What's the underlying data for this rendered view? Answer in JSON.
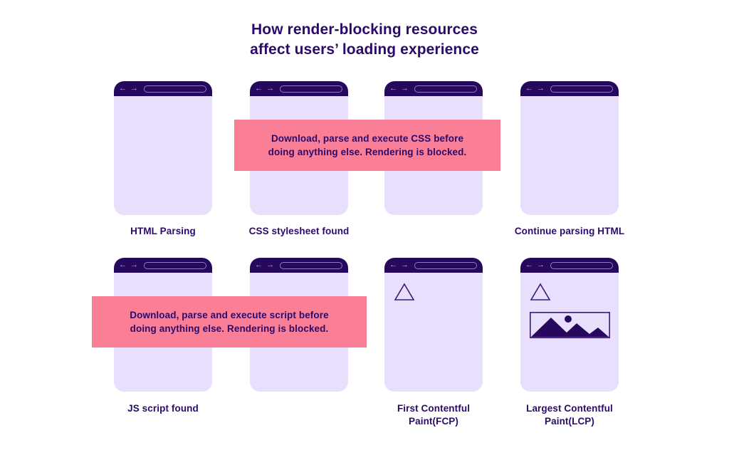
{
  "title": {
    "line1": "How render-blocking resources",
    "line2": "affect users’ loading experience"
  },
  "colors": {
    "background": "#ffffff",
    "ink": "#2B0A6B",
    "phone_header": "#26095C",
    "phone_body": "#E7DFFB",
    "banner_pink": "#FA7E96",
    "url_bar_stroke": "#8C79C9",
    "arrow": "#B9A9E4"
  },
  "browser_chrome": {
    "back_arrow": "←",
    "forward_arrow": "→",
    "url_bar_value": ""
  },
  "steps": [
    {
      "id": "html-parsing",
      "caption_line1": "HTML Parsing",
      "caption_line2": "",
      "content": "empty"
    },
    {
      "id": "css-stylesheet-found",
      "caption_line1": "CSS stylesheet found",
      "caption_line2": "",
      "content": "empty"
    },
    {
      "id": "css-blocked",
      "caption_line1": "",
      "caption_line2": "",
      "content": "empty"
    },
    {
      "id": "continue-parsing-html",
      "caption_line1": "Continue parsing HTML",
      "caption_line2": "",
      "content": "empty"
    },
    {
      "id": "js-script-found",
      "caption_line1": "JS script found",
      "caption_line2": "",
      "content": "empty"
    },
    {
      "id": "js-blocked",
      "caption_line1": "",
      "caption_line2": "",
      "content": "empty"
    },
    {
      "id": "first-contentful-paint",
      "caption_line1": "First Contentful",
      "caption_line2": "Paint(FCP)",
      "content": "triangle"
    },
    {
      "id": "largest-contentful-paint",
      "caption_line1": "Largest Contentful",
      "caption_line2": "Paint(LCP)",
      "content": "triangle+image"
    }
  ],
  "banners": [
    {
      "id": "css-banner",
      "line1": "Download, parse and execute CSS before",
      "line2": "doing anything else. Rendering is blocked."
    },
    {
      "id": "script-banner",
      "line1": "Download, parse and execute script before",
      "line2": "doing anything else. Rendering is blocked."
    }
  ]
}
